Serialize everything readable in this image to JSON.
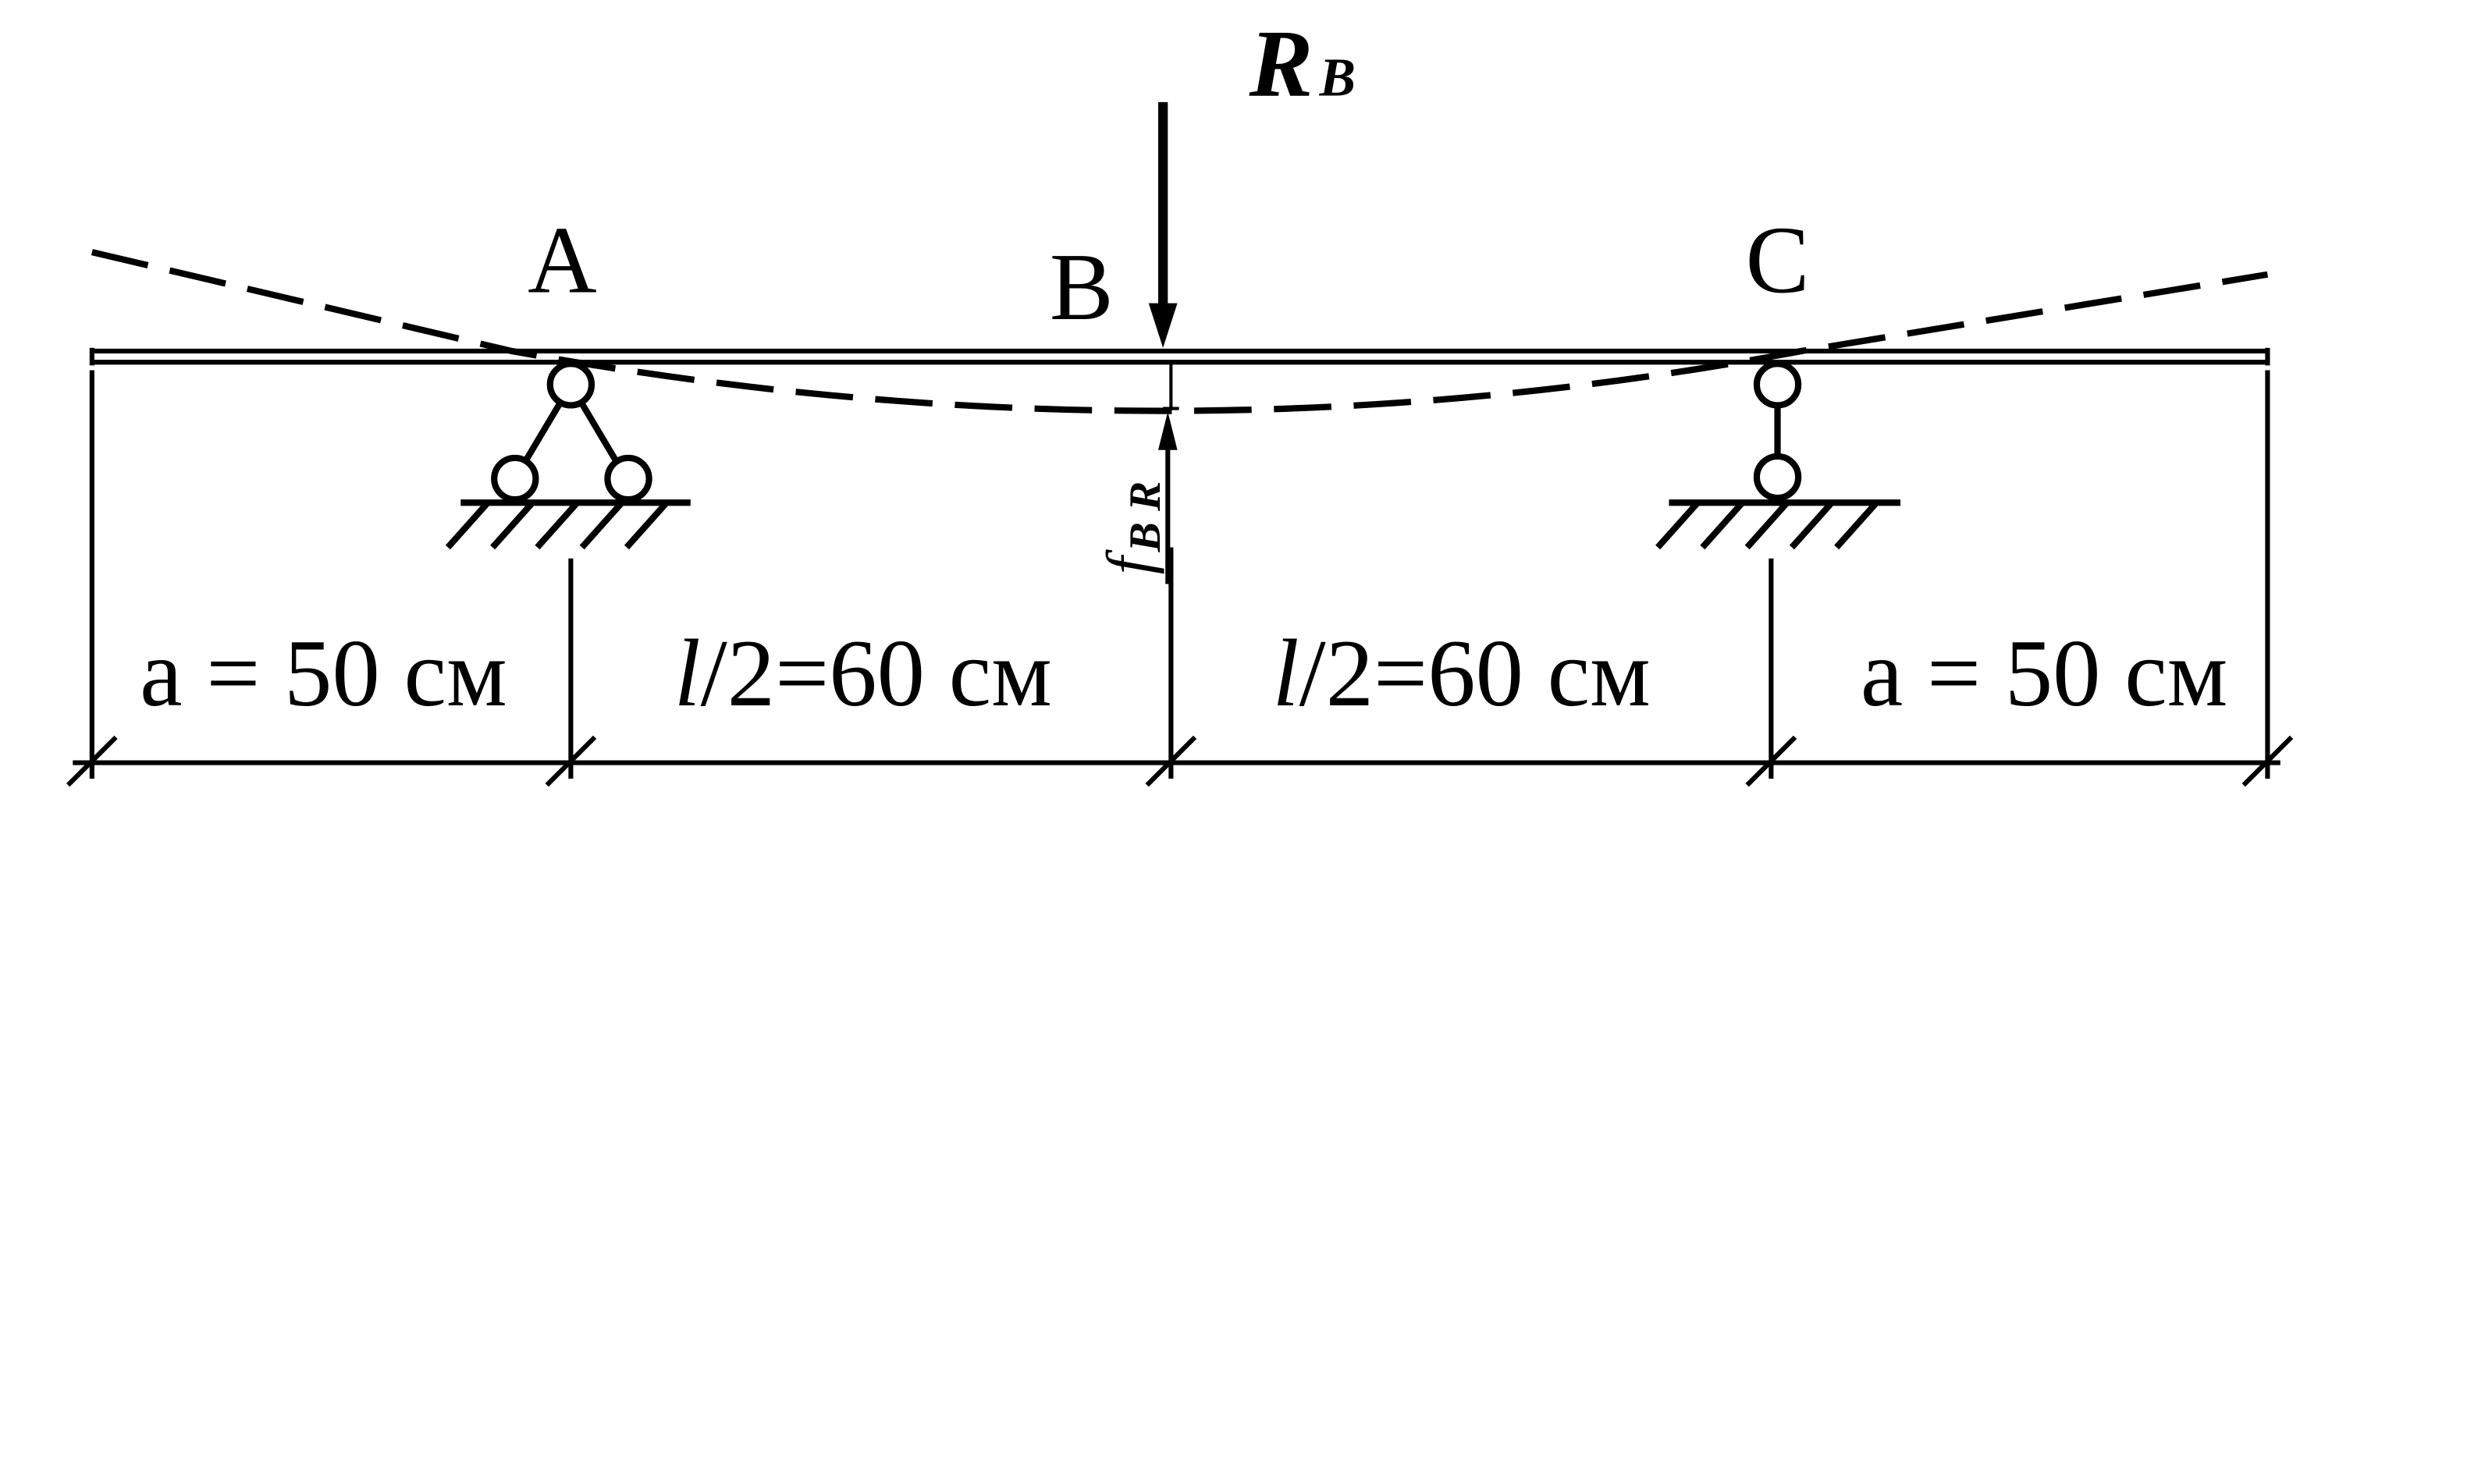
{
  "force": {
    "symbol": "R",
    "subscript": "B"
  },
  "points": {
    "a": "A",
    "b": "B",
    "c": "C"
  },
  "deflection": {
    "symbol": "f",
    "subscript": "B R"
  },
  "dimensions": {
    "left_overhang": "а = 50 см",
    "half_span_left": {
      "var": "l",
      "rest": "/2=60 см"
    },
    "half_span_right": {
      "var": "l",
      "rest": "/2=60 см"
    },
    "right_overhang": "а = 50 см"
  },
  "colors": {
    "line": "#000000",
    "background": "#ffffff"
  }
}
